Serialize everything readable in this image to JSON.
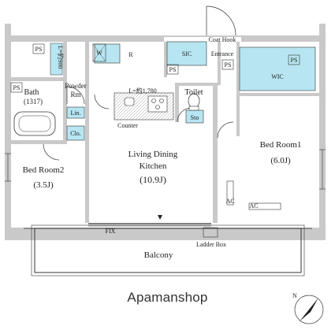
{
  "rooms": {
    "bedroom1": {
      "name": "Bed Room1",
      "size": "(6.0J)"
    },
    "bedroom2": {
      "name": "Bed Room2",
      "size": "(3.5J)"
    },
    "ldk": {
      "line1": "Living Dining",
      "line2": "Kitchen",
      "size": "(10.9J)"
    },
    "bath": {
      "name": "Bath",
      "size": "(1317)"
    },
    "powder": {
      "line1": "Powder",
      "line2": "Rm"
    },
    "toilet": "Toilet",
    "balcony": "Balcony"
  },
  "labels": {
    "sic": "SIC",
    "wic": "WIC",
    "entrance": "Entrance",
    "coat_hook": "Coat Hook",
    "counter": "Counter",
    "lin": "Lin.",
    "clo": "Clo.",
    "sto": "Sto",
    "fix": "FIX",
    "ladder_box": "Ladder Box",
    "ps": "PS",
    "l_kitchen": "L=約1,780",
    "l_side": "L=約900",
    "r": "R",
    "w": "W",
    "ac": "AC"
  },
  "colors": {
    "wall": "#c9c9c9",
    "closet": "#b7e6f2",
    "line": "#333333"
  },
  "icons": [
    "north-arrow-icon",
    "stove-icon",
    "bathtub-icon",
    "toilet-icon",
    "washer-icon"
  ],
  "watermark": "Apamanshop",
  "north": "N"
}
